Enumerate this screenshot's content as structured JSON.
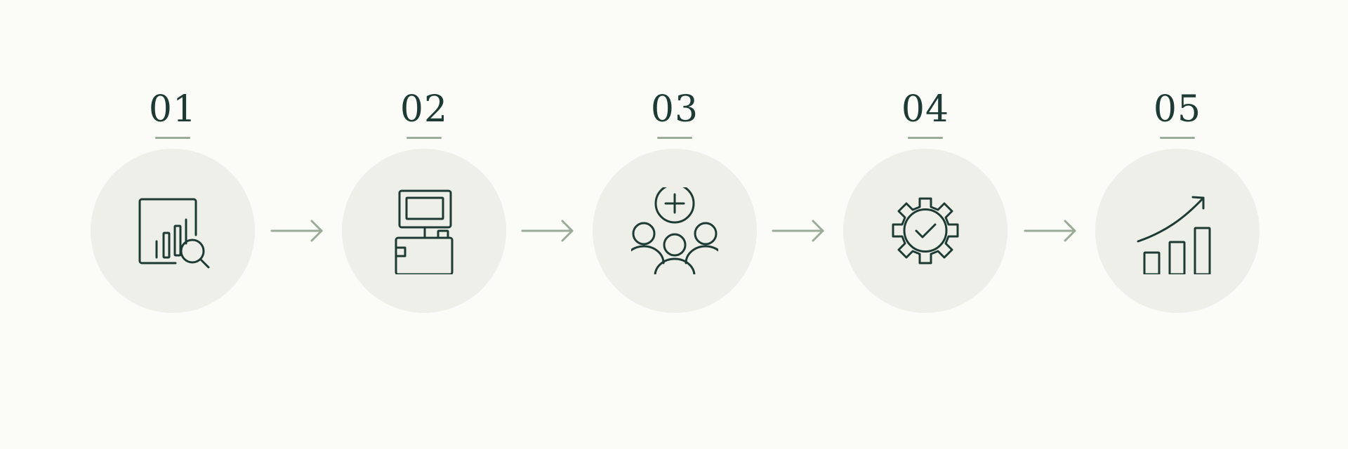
{
  "colors": {
    "background": "#FBFBF7",
    "circle_fill": "#EEEFE9",
    "icon_stroke": "#1E3A34",
    "accent_muted": "#9AAC98"
  },
  "steps": [
    {
      "number": "01",
      "icon": "chart-analysis-magnifier-icon"
    },
    {
      "number": "02",
      "icon": "medical-cart-monitor-icon"
    },
    {
      "number": "03",
      "icon": "team-with-plus-icon"
    },
    {
      "number": "04",
      "icon": "gear-check-icon"
    },
    {
      "number": "05",
      "icon": "growth-bar-chart-icon"
    }
  ],
  "connectors": [
    {
      "icon": "arrow-right-icon"
    },
    {
      "icon": "arrow-right-icon"
    },
    {
      "icon": "arrow-right-icon"
    },
    {
      "icon": "arrow-right-icon"
    }
  ]
}
